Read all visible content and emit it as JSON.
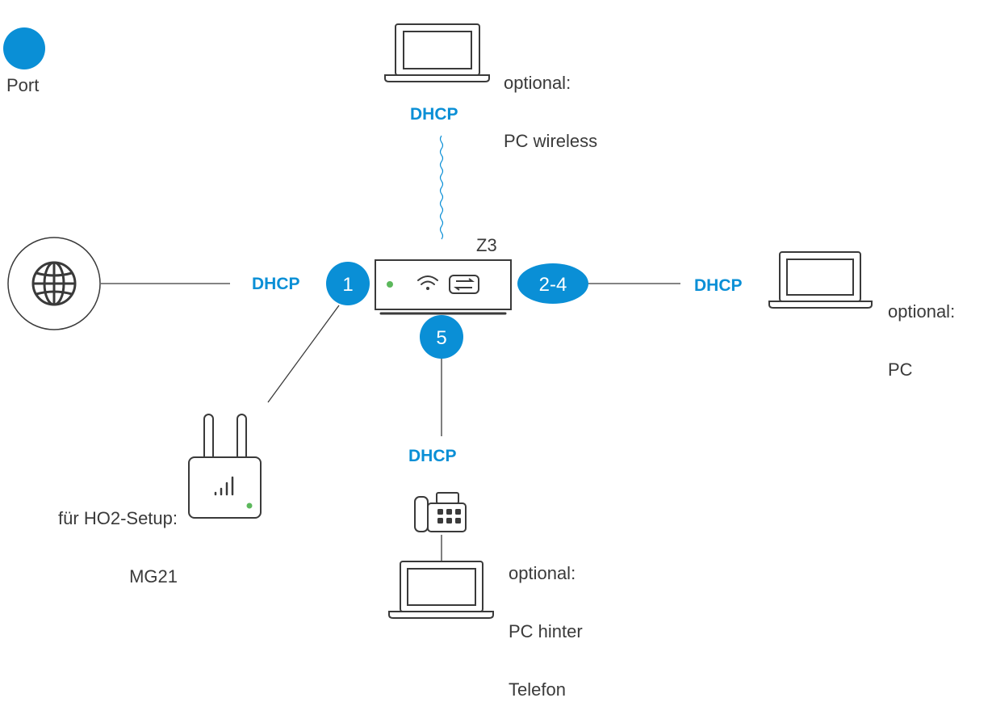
{
  "legend": {
    "label": "Port"
  },
  "router": {
    "label": "Z3"
  },
  "ports": {
    "p1": "1",
    "p24": "2-4",
    "p5": "5"
  },
  "protocol": {
    "wan": "DHCP",
    "wireless": "DHCP",
    "lan": "DHCP",
    "phone": "DHCP"
  },
  "devices": {
    "wireless_pc": {
      "line1": "optional:",
      "line2": "PC wireless"
    },
    "lan_pc": {
      "line1": "optional:",
      "line2": "PC"
    },
    "modem": {
      "line1": "für HO2-Setup:",
      "line2": "MG21"
    },
    "phone_pc": {
      "line1": "optional:",
      "line2": "PC hinter",
      "line3": "Telefon"
    }
  },
  "colors": {
    "accent": "#0a8fd6",
    "stroke": "#3a3a3a",
    "led": "#5cb85c"
  }
}
